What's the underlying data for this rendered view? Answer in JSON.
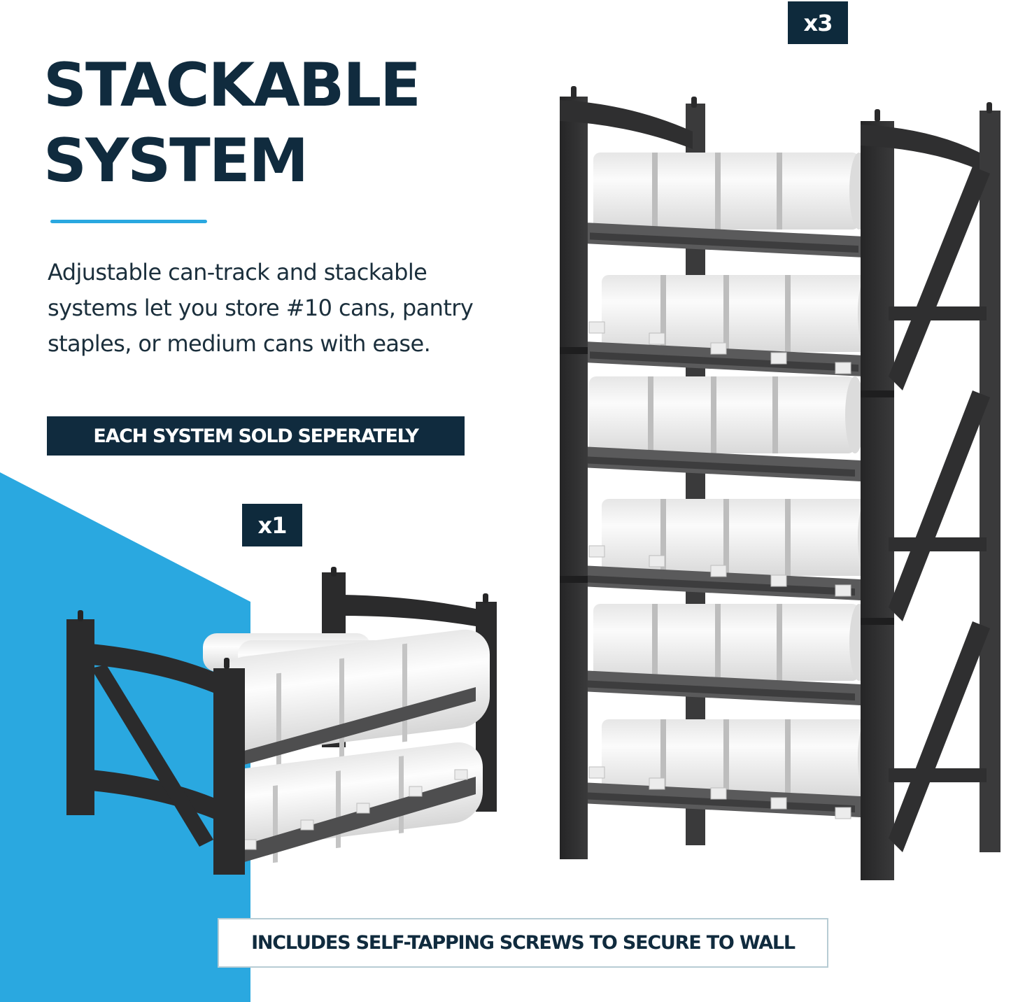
{
  "headline": {
    "line1": "STACKABLE",
    "line2": "SYSTEM"
  },
  "description": "Adjustable can-track and stackable systems let you store #10 cans, pantry staples, or medium cans with ease.",
  "banner_sold_separately": "EACH SYSTEM SOLD SEPERATELY",
  "quantity_badges": {
    "large_rack": "x3",
    "small_rack": "x1"
  },
  "banner_screws": "INCLUDES SELF-TAPPING SCREWS TO SECURE TO WALL",
  "products": [
    {
      "name": "stacked-can-rack-tower",
      "units": 3,
      "shelves": 6,
      "cans_per_row": 4
    },
    {
      "name": "single-can-rack",
      "units": 1,
      "shelves": 2,
      "cans_per_row": 4
    }
  ],
  "colors": {
    "navy": "#102b3e",
    "accent_blue": "#2aa8e0",
    "rack_frame": "#2d2d2e",
    "can_white": "#f4f4f4",
    "banner_border": "#b7ccd4"
  }
}
